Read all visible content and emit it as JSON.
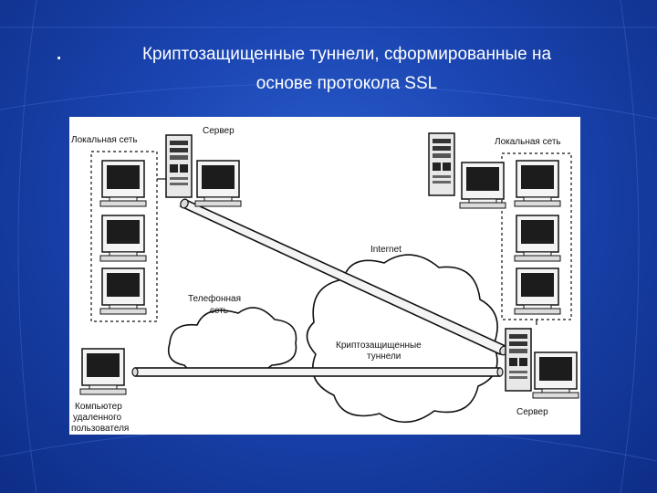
{
  "slide": {
    "bullet": ".",
    "title_line1": "Криптозащищенные туннели, сформированные на",
    "title_line2": "основе протокола SSL"
  },
  "diagram": {
    "lan_left": "Локальная сеть",
    "lan_right": "Локальная сеть",
    "server_top": "Сервер",
    "server_bottom": "Сервер",
    "internet": "Internet",
    "phone_net_1": "Телефонная",
    "phone_net_2": "сеть",
    "tunnels_1": "Криптозащищенные",
    "tunnels_2": "туннели",
    "remote_1": "Компьютер",
    "remote_2": "удаленного",
    "remote_3": "пользователя"
  },
  "colors": {
    "background": "#1a44b0",
    "title_text": "#ffffff",
    "diagram_background": "#ffffff"
  }
}
